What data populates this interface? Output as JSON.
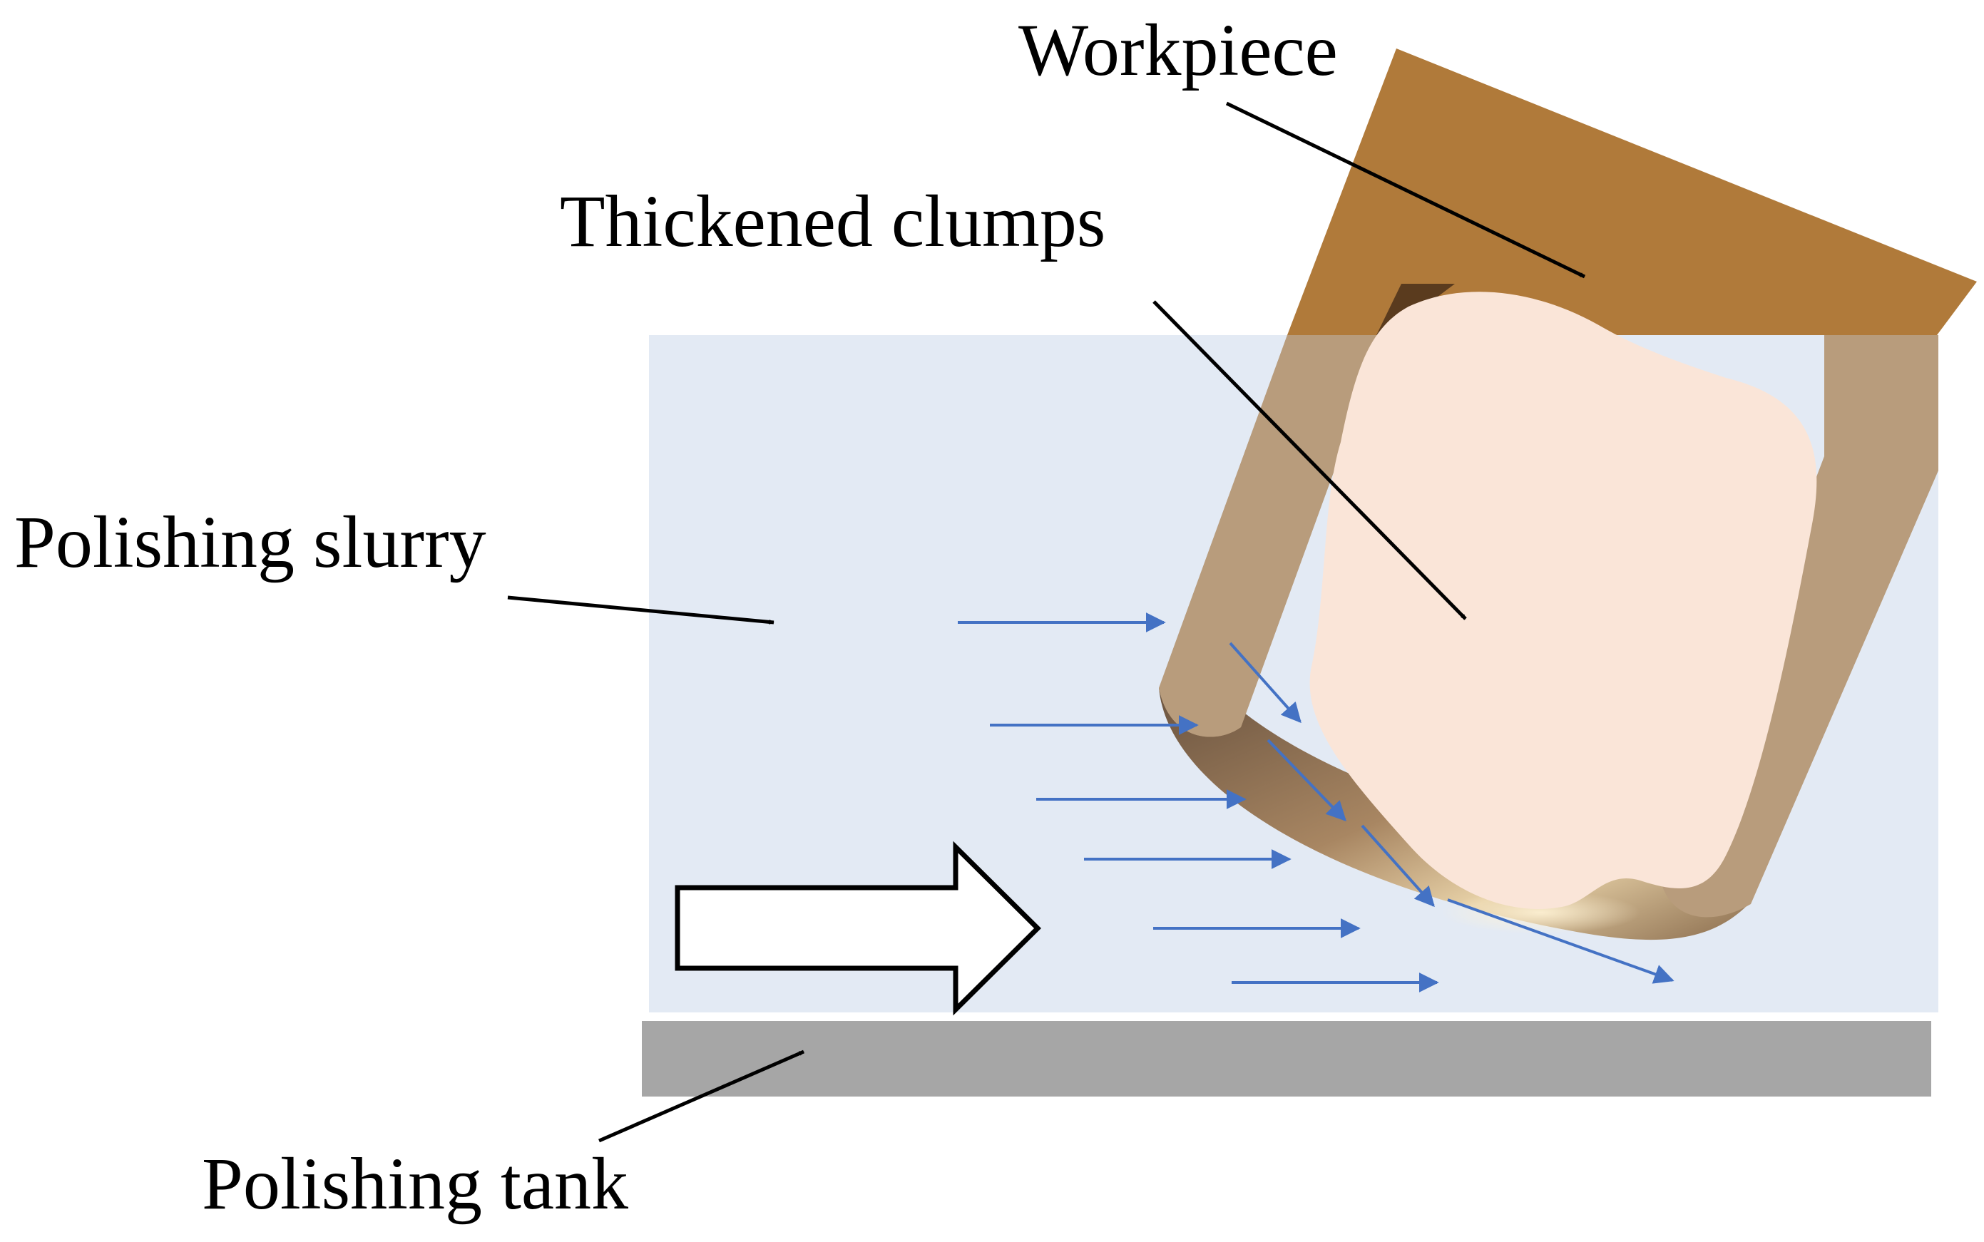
{
  "labels": {
    "workpiece": "Workpiece",
    "thickened_clumps": "Thickened clumps",
    "polishing_slurry": "Polishing slurry",
    "polishing_tank": "Polishing tank"
  },
  "colors": {
    "slurry": "#e3eaf4",
    "tank": "#a6a6a6",
    "workpiece": "#b07a3a",
    "clump": "#fae5d8",
    "flow_arrow": "#4472c4",
    "pointer": "#000000"
  }
}
